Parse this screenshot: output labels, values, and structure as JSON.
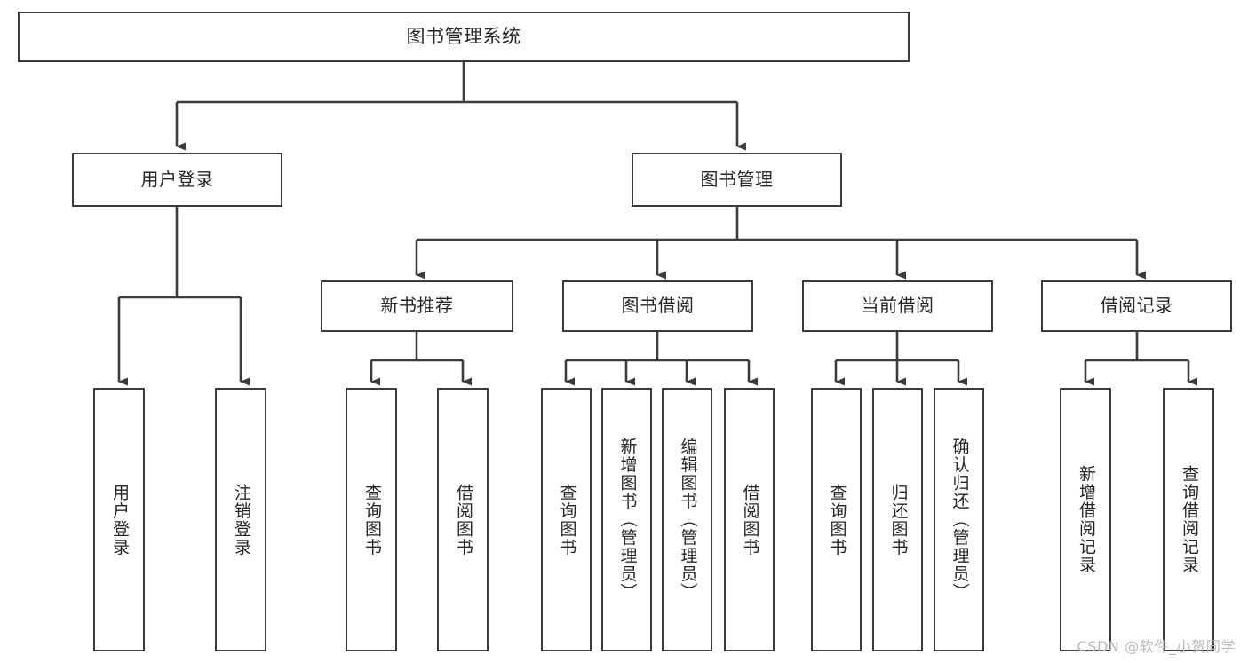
{
  "diagram": {
    "type": "tree",
    "title": "图书管理系统",
    "colors": {
      "box_border": "#3b3b3b",
      "box_fill": "#ffffff",
      "connector": "#3b3b3b",
      "text": "#262626",
      "watermark": "#b9b9b9",
      "background": "#ffffff"
    },
    "root": {
      "label": "图书管理系统"
    },
    "level2": [
      {
        "label": "用户登录"
      },
      {
        "label": "图书管理"
      }
    ],
    "level3": [
      {
        "label": "新书推荐"
      },
      {
        "label": "图书借阅"
      },
      {
        "label": "当前借阅"
      },
      {
        "label": "借阅记录"
      }
    ],
    "leaves": {
      "user_login": [
        {
          "label": "用户登录"
        },
        {
          "label": "注销登录"
        }
      ],
      "new_book_recommend": [
        {
          "label": "查询图书"
        },
        {
          "label": "借阅图书"
        }
      ],
      "book_borrow": [
        {
          "label": "查询图书"
        },
        {
          "label": "新增图书（管理员）"
        },
        {
          "label": "编辑图书（管理员）"
        },
        {
          "label": "借阅图书"
        }
      ],
      "current_borrow": [
        {
          "label": "查询图书"
        },
        {
          "label": "归还图书"
        },
        {
          "label": "确认归还（管理员）"
        }
      ],
      "borrow_record": [
        {
          "label": "新增借阅记录"
        },
        {
          "label": "查询借阅记录"
        }
      ]
    }
  },
  "watermark": {
    "text": "CSDN @软件_小贺同学"
  }
}
